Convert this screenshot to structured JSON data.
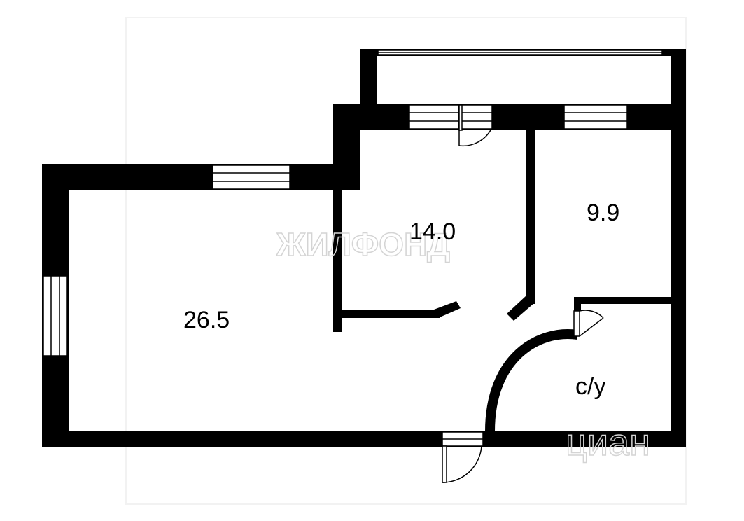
{
  "rooms": {
    "living": "26.5",
    "room_center": "14.0",
    "room_right": "9.9",
    "bathroom": "с/у"
  },
  "watermarks": {
    "center": "ЖИЛФОНД",
    "corner": "циан"
  },
  "colors": {
    "wall": "#000000",
    "background": "#ffffff",
    "watermark": "#d4d4d4"
  }
}
